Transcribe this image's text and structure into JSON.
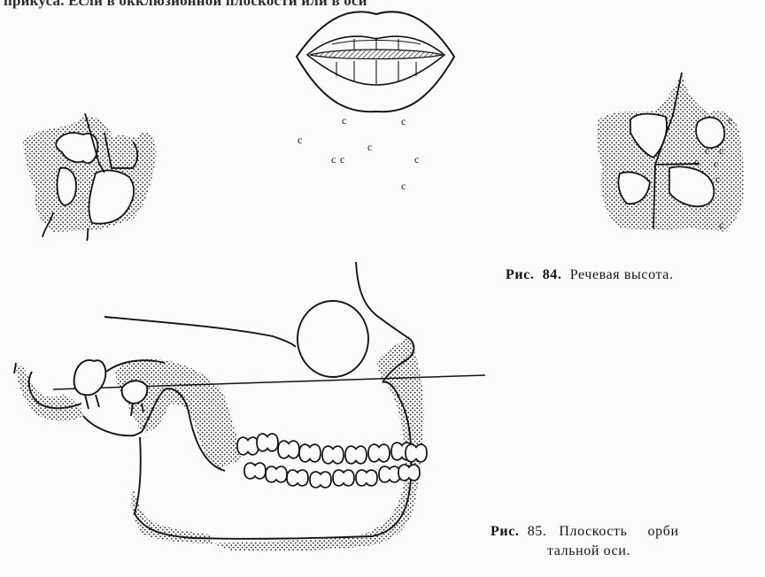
{
  "page": {
    "top_fragment": "прикуса. Если в окклюзионной плоскости или в оси",
    "speech_letter": "с",
    "figures": [
      {
        "id": "fig-84",
        "caption_label": "Рис.",
        "caption_number": "84.",
        "caption_text": "Речевая высота."
      },
      {
        "id": "fig-85",
        "caption_label": "Рис.",
        "caption_number": "85.",
        "caption_text_line1": "Плоскость",
        "caption_text_cut": "орби",
        "caption_text_line2": "тальной оси."
      }
    ]
  },
  "colors": {
    "ink": "#141414",
    "stipple": "#2a2a2a",
    "paper": "#fbfbf9"
  }
}
